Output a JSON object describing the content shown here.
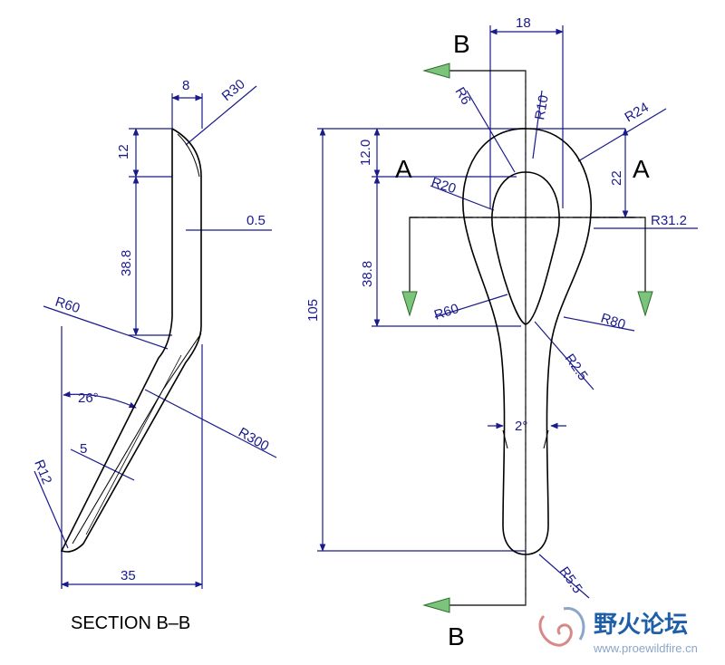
{
  "section": {
    "caption": "SECTION B–B",
    "dims": {
      "top_width": "8",
      "r_top": "R30",
      "h12": "12",
      "h38": "38.8",
      "gap": "0.5",
      "r60": "R60",
      "angle": "26°",
      "r300": "R300",
      "s": "5",
      "r12": "R12",
      "width35": "35"
    }
  },
  "plan": {
    "labels": {
      "b_top": "B",
      "b_bottom": "B",
      "a_left": "A",
      "a_right": "A"
    },
    "dims": {
      "w18": "18",
      "r6": "R6",
      "r10": "R10",
      "r24": "R24",
      "h12": "12.0",
      "h22": "22",
      "r20": "R20",
      "r312": "R31.2",
      "h388": "38.8",
      "h105": "105",
      "r60": "R60",
      "r80": "R80",
      "r25": "R2.5",
      "deg2": "2°",
      "r55": "R5.5"
    }
  },
  "watermark": {
    "title": "野火论坛",
    "url": "www.proewildfire.cn"
  },
  "colors": {
    "dimension": "#1a1a8c",
    "outline": "#000000",
    "arrow": "#7cc47c",
    "watermark": "#1e5fa8"
  }
}
